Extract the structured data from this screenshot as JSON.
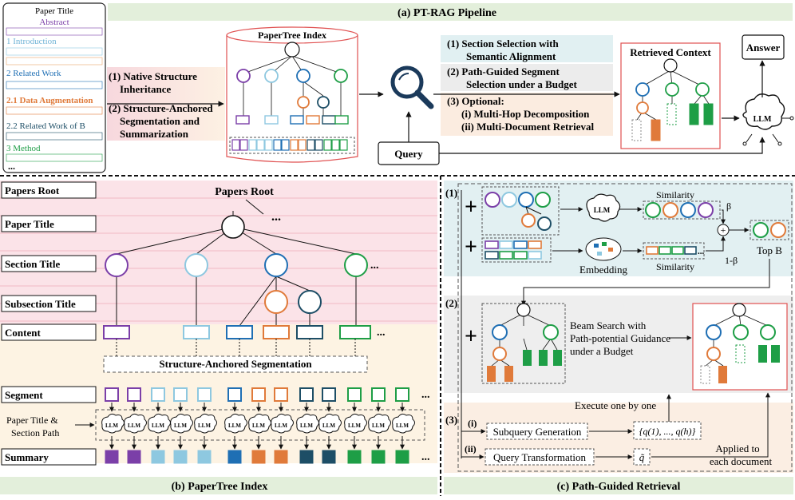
{
  "title_a": "(a) PT-RAG Pipeline",
  "title_b": "(b) PaperTree Index",
  "title_c": "(c) Path-Guided Retrieval",
  "doc": {
    "paper_title": "Paper Title",
    "abstract": "Abstract",
    "items": [
      "1 Introduction",
      "2 Related Work",
      "2.1 Data Augmentation",
      "2.2 Related Work of B",
      "3 Method"
    ],
    "ellipsis": "..."
  },
  "pipeline": {
    "step1": "(1) Native Structure",
    "step1b": "Inheritance",
    "step2": "(2) Structure-Anchored",
    "step2b": "Segmentation and",
    "step2c": "Summarization",
    "index_title": "PaperTree Index",
    "sel1a": "(1) Section Selection with",
    "sel1b": "Semantic Alignment",
    "sel2a": "(2) Path-Guided Segment",
    "sel2b": "Selection under a Budget",
    "sel3a": "(3) Optional:",
    "sel3b": "(i) Multi-Hop Decomposition",
    "sel3c": "(ii) Multi-Document Retrieval",
    "retrieved": "Retrieved Context",
    "answer": "Answer",
    "query": "Query",
    "llm": "LLM"
  },
  "index": {
    "levels": [
      "Papers Root",
      "Paper Title",
      "Section Title",
      "Subsection Title",
      "Content",
      "Segment",
      "Summary"
    ],
    "root_label": "Papers Root",
    "seg_label": "Structure-Anchored Segmentation",
    "path_label1": "Paper Title &",
    "path_label2": "Section Path",
    "dots": "..."
  },
  "retrieval": {
    "n1": "(1)",
    "n2": "(2)",
    "n3": "(3)",
    "similarity": "Similarity",
    "embedding": "Embedding",
    "beta": "β",
    "one_minus_beta": "1-β",
    "topb": "Top B",
    "beam1": "Beam Search with",
    "beam2": "Path-potential Guidance",
    "beam3": "under a Budget",
    "exec": "Execute one by one",
    "i": "(i)",
    "ii": "(ii)",
    "subquery": "Subquery Generation",
    "transform": "Query Transformation",
    "q_set": "{q(1), ..., q(h)}",
    "q_tilde": "q̃",
    "applied1": "Applied to",
    "applied2": "each document"
  },
  "colors": {
    "purple": "#7b3fa8",
    "lightblue": "#8ec8e0",
    "blue": "#1f6fb4",
    "orange": "#e07a3a",
    "navy": "#1d4e66",
    "green": "#1e9e46",
    "pink_band": "#fbe6ea",
    "cream_band": "#fdf3e4",
    "green_header": "#e3efdb",
    "teal_panel": "#e3f1f3",
    "gray_panel": "#eeeeee",
    "peach_panel": "#fbeee2"
  }
}
